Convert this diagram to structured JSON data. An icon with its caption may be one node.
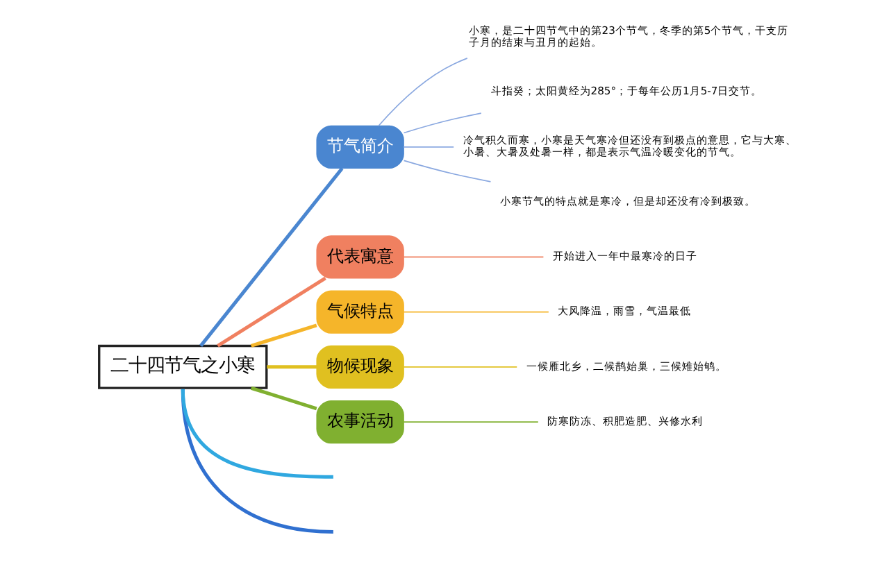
{
  "diagram": {
    "nodes": [
      {
        "text": [
          "二十四节气之小寒"
        ]
      },
      {
        "text": [
          "节气简介"
        ]
      },
      {
        "text": [
          "小寒，是二十四节气中的第23个节气，冬季的第5个节气，干支历子月的结束与丑月的起始。"
        ]
      },
      {
        "text": [
          "斗指癸；太阳黄经为285°；于每年公历1月5-7日交节。"
        ]
      },
      {
        "text": [
          "冷气积久而寒，小寒是天气寒冷但还没有到极点的意思，它与大寒、小暑、大暑及处暑一样，都是表示气温冷暖变化的节气。"
        ]
      },
      {
        "text": [
          "小寒节气的特点就是寒冷，但是却还没有冷到极致。"
        ]
      },
      {
        "text": [
          "代表寓意"
        ]
      },
      {
        "text": [
          "开始进入一年中最寒冷的日子"
        ]
      },
      {
        "text": [
          "气候特点"
        ]
      },
      {
        "text": [
          "大风降温，雨雪，气温最低"
        ]
      },
      {
        "text": [
          "物候现象"
        ]
      },
      {
        "text": [
          "一候雁北乡，二候鹊始巢，三候雉始鸲。"
        ]
      },
      {
        "text": [
          "农事活动"
        ]
      },
      {
        "text": [
          "防寒防冻、积肥造肥、兴修水利"
        ]
      }
    ],
    "edges": [
      {
        "from": 0,
        "to": 1,
        "arrow": "none",
        "style": "thick",
        "color": "#4a86d0"
      },
      {
        "from": 1,
        "to": 2,
        "arrow": "none",
        "color": "#8aa8e0"
      },
      {
        "from": 1,
        "to": 3,
        "arrow": "none",
        "color": "#8aa8e0"
      },
      {
        "from": 1,
        "to": 4,
        "arrow": "none",
        "color": "#8aa8e0"
      },
      {
        "from": 1,
        "to": 5,
        "arrow": "none",
        "color": "#8aa8e0"
      },
      {
        "from": 0,
        "to": 6,
        "arrow": "none",
        "style": "thick",
        "color": "#f08060"
      },
      {
        "from": 6,
        "to": 7,
        "arrow": "none",
        "color": "#f08060"
      },
      {
        "from": 0,
        "to": 8,
        "arrow": "none",
        "style": "thick",
        "color": "#f5b52a"
      },
      {
        "from": 8,
        "to": 9,
        "arrow": "none",
        "color": "#f5b52a"
      },
      {
        "from": 0,
        "to": 10,
        "arrow": "none",
        "style": "thick",
        "color": "#e0c020"
      },
      {
        "from": 10,
        "to": 11,
        "arrow": "none",
        "color": "#e0c020"
      },
      {
        "from": 0,
        "to": 12,
        "arrow": "none",
        "style": "thick",
        "color": "#80b030"
      },
      {
        "from": 12,
        "to": 13,
        "arrow": "none",
        "color": "#80b030"
      },
      {
        "from": 0,
        "to": null,
        "arrow": "none",
        "style": "thick",
        "color": "#3070d0"
      },
      {
        "from": 0,
        "to": null,
        "arrow": "none",
        "style": "thick",
        "color": "#30a8e0"
      }
    ]
  }
}
